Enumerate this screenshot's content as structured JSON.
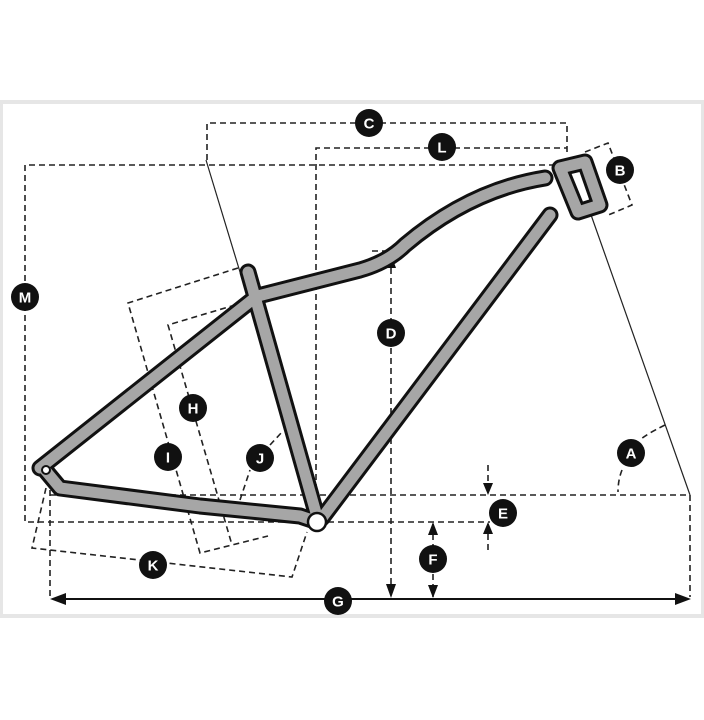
{
  "diagram": {
    "labels": {
      "A": "A",
      "B": "B",
      "C": "C",
      "D": "D",
      "E": "E",
      "F": "F",
      "G": "G",
      "H": "H",
      "I": "I",
      "J": "J",
      "K": "K",
      "L": "L",
      "M": "M"
    },
    "colors": {
      "frame_fill": "#a6a6a6",
      "frame_outline": "#111111",
      "label_bg": "#111111",
      "label_text": "#ffffff",
      "border": "#e6e6e6"
    }
  }
}
